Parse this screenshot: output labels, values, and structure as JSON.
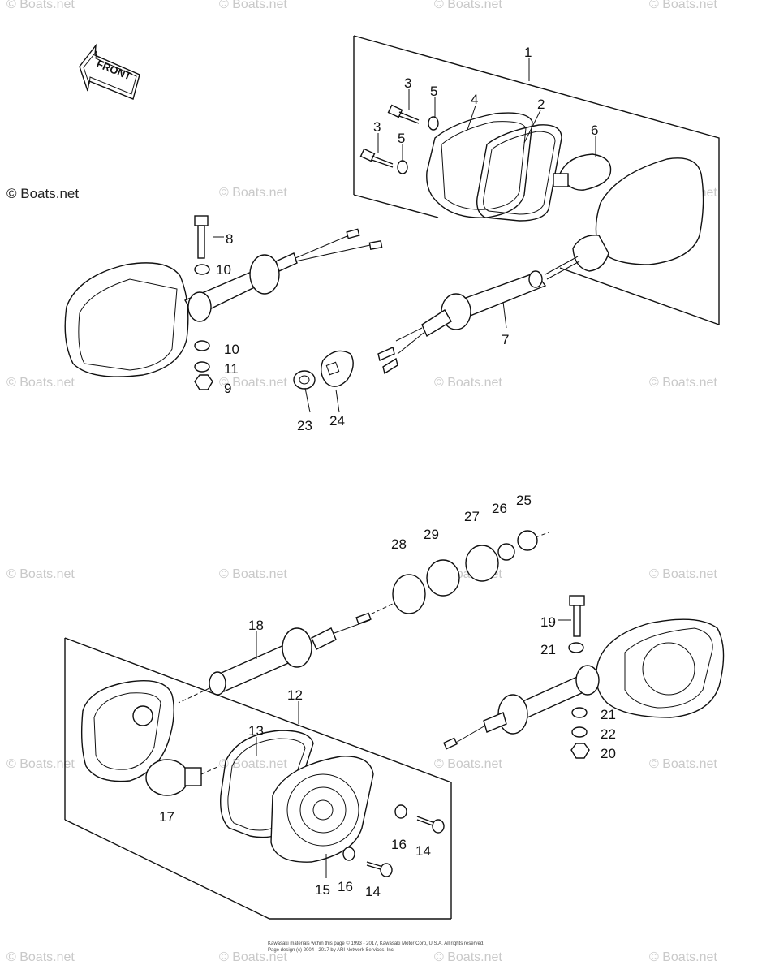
{
  "watermark_text": "© Boats.net",
  "front_arrow_label": "FRONT",
  "part_labels": {
    "p1": "1",
    "p2": "2",
    "p3a": "3",
    "p3b": "3",
    "p4": "4",
    "p5a": "5",
    "p5b": "5",
    "p6": "6",
    "p7": "7",
    "p8": "8",
    "p9": "9",
    "p10a": "10",
    "p10b": "10",
    "p11": "11",
    "p12": "12",
    "p13": "13",
    "p14a": "14",
    "p14b": "14",
    "p15": "15",
    "p16a": "16",
    "p16b": "16",
    "p17": "17",
    "p18": "18",
    "p19": "19",
    "p20": "20",
    "p21a": "21",
    "p21b": "21",
    "p22": "22",
    "p23": "23",
    "p24": "24",
    "p25": "25",
    "p26": "26",
    "p27": "27",
    "p28": "28",
    "p29": "29"
  },
  "footer": {
    "line1": "Kawasaki materials within this page © 1993 - 2017, Kawasaki Motor Corp, U.S.A. All rights reserved.",
    "line2": "Page design (c) 2004 - 2017 by ARI Network Services, Inc."
  }
}
